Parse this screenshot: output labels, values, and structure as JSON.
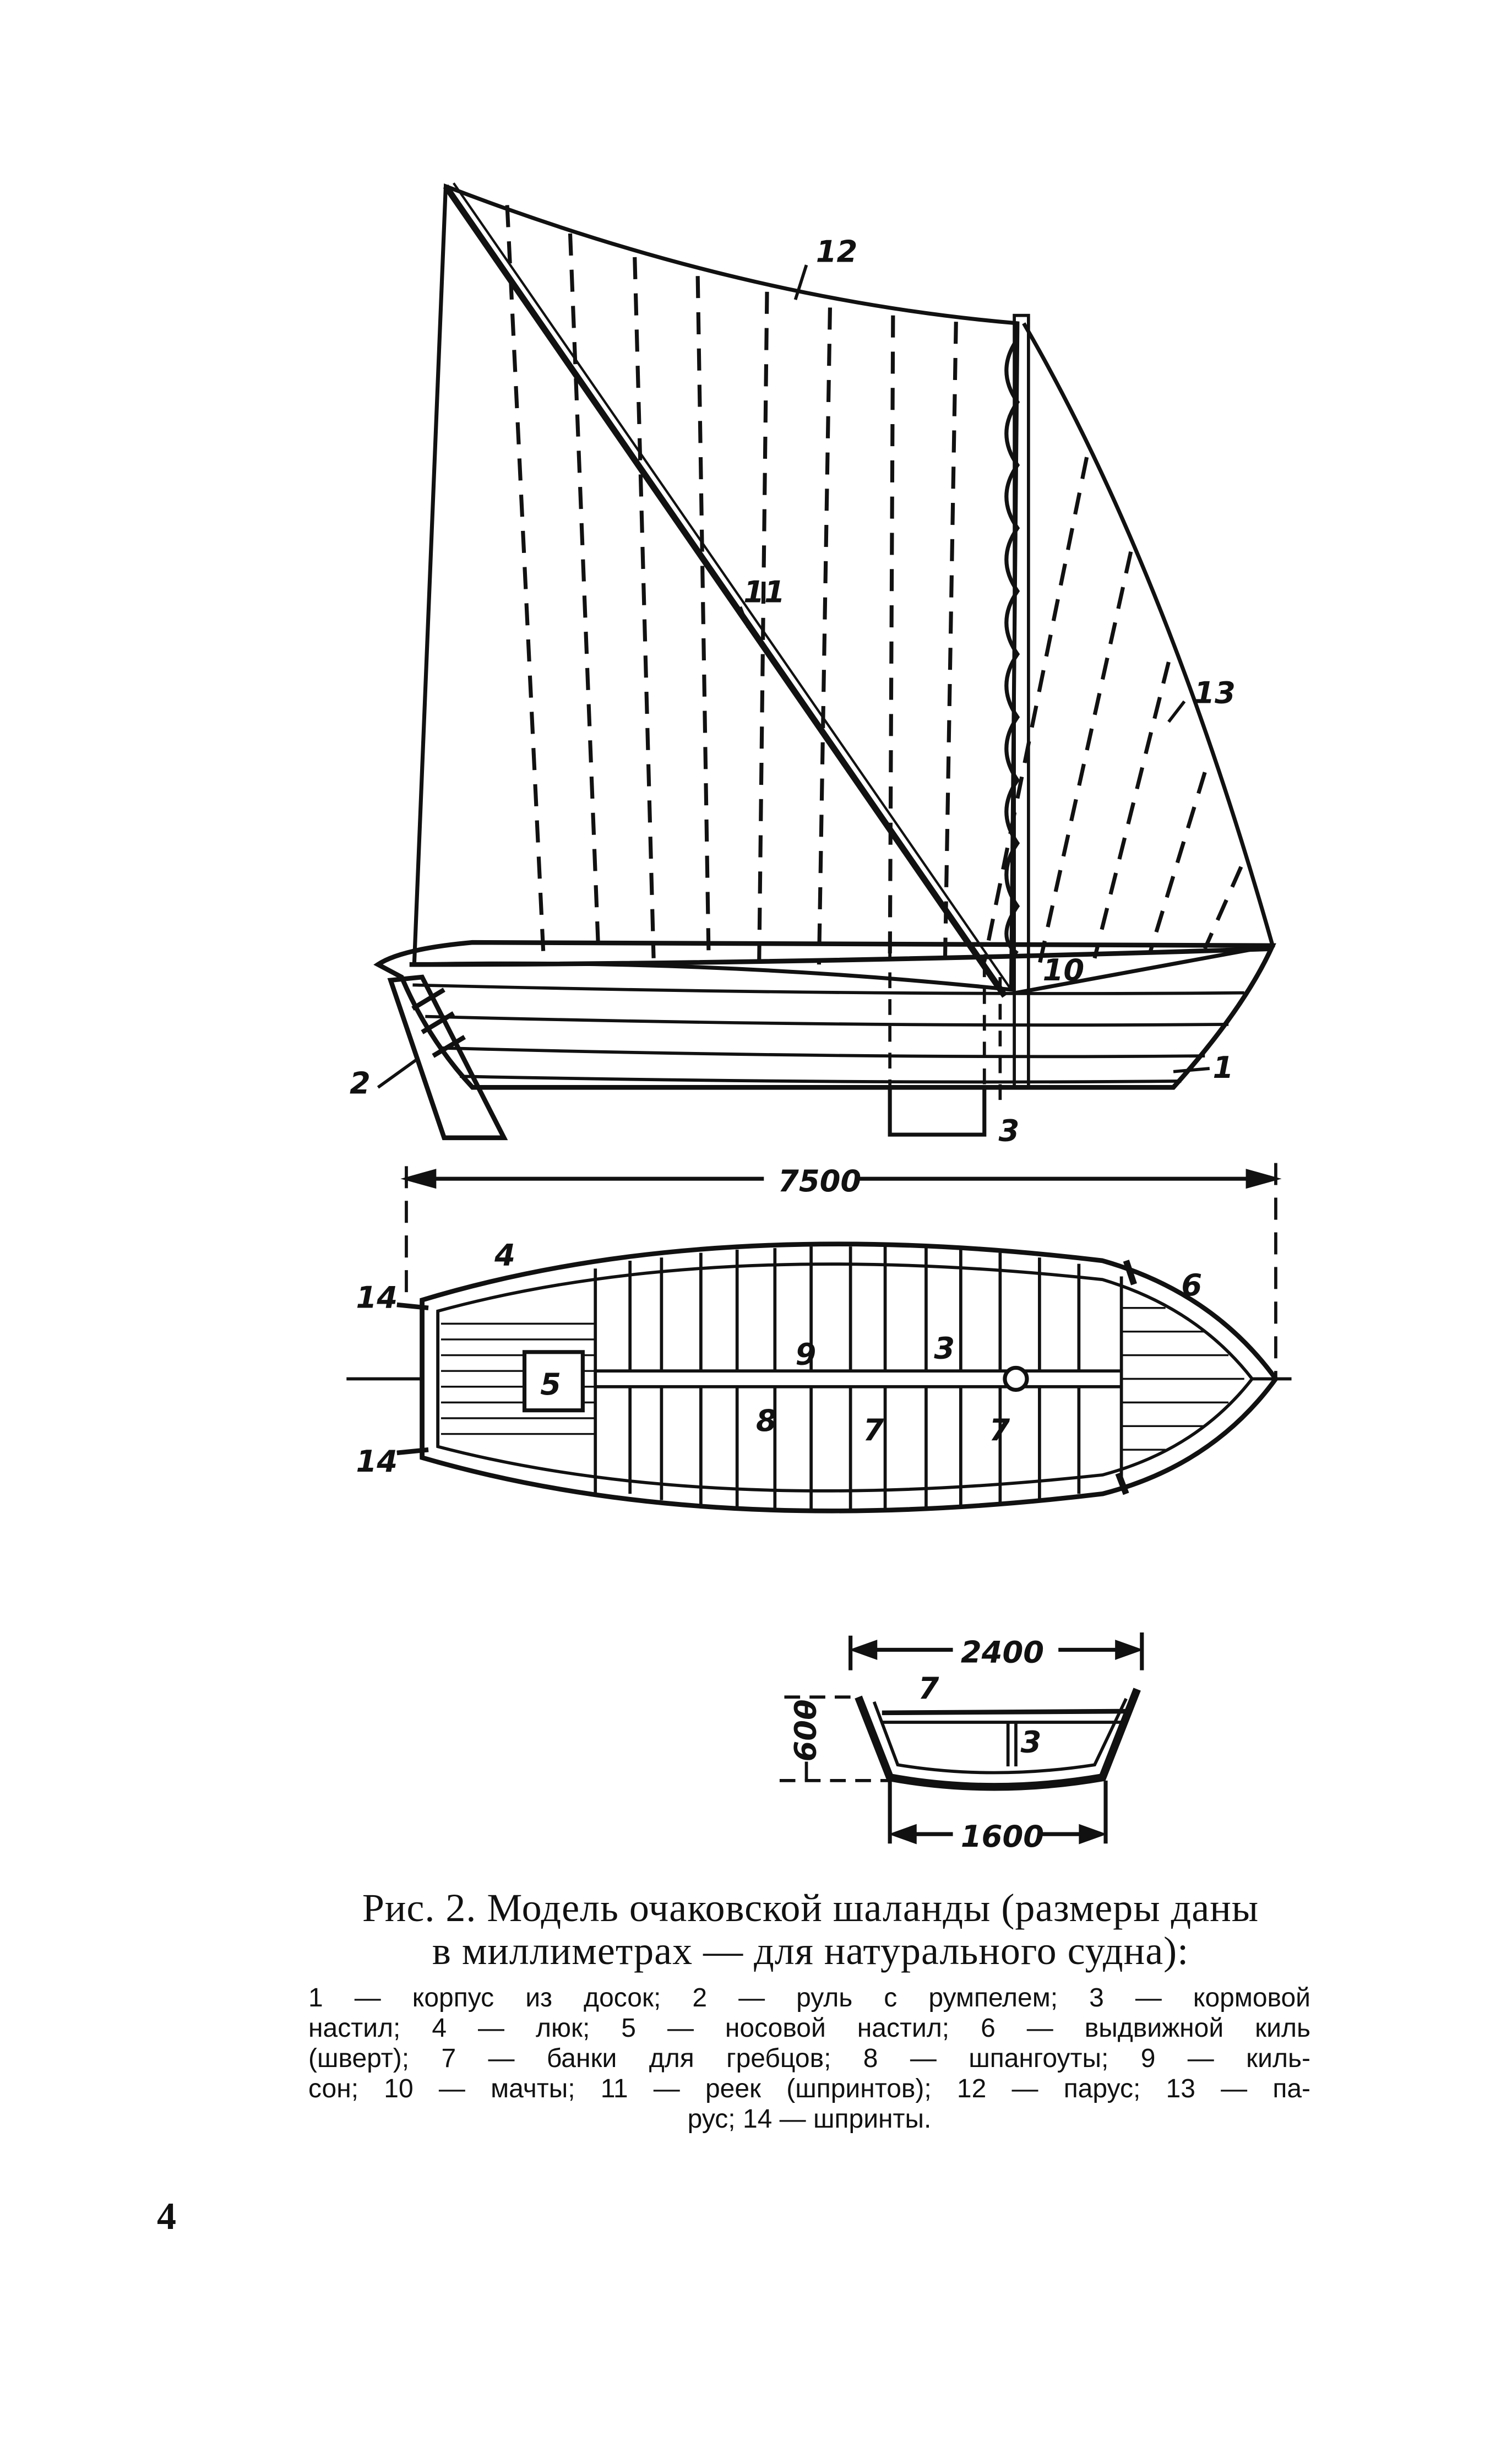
{
  "figure": {
    "labels": {
      "n1": "1",
      "n2": "2",
      "n3": "3",
      "n10": "10",
      "n11": "11",
      "n12": "12",
      "n13": "13",
      "plan4": "4",
      "plan5": "5",
      "plan6": "6",
      "plan7a": "7",
      "plan7b": "7",
      "plan8": "8",
      "plan9": "9",
      "plan3": "3",
      "plan14a": "14",
      "plan14b": "14",
      "sec7": "7",
      "sec3": "3"
    },
    "dimensions": {
      "length": "7500",
      "beam": "2400",
      "bottom": "1600",
      "depth": "600"
    }
  },
  "caption": {
    "title_lines": [
      "Рис. 2. Модель очаковской шаланды (размеры даны",
      "в миллиметрах — для натурального судна):"
    ],
    "legend_lines": [
      "1 — корпус из досок; 2 — руль с румпелем; 3 — кормовой",
      "настил; 4 — люк; 5 — носовой настил; 6 — выдвижной киль",
      "(шверт); 7 — банки для гребцов; 8 — шпангоуты; 9 — киль-",
      "сон; 10 — мачты; 11 — реек (шпринтов); 12 — парус; 13 — па-",
      "рус; 14 — шпринты."
    ]
  },
  "page_number": "4"
}
